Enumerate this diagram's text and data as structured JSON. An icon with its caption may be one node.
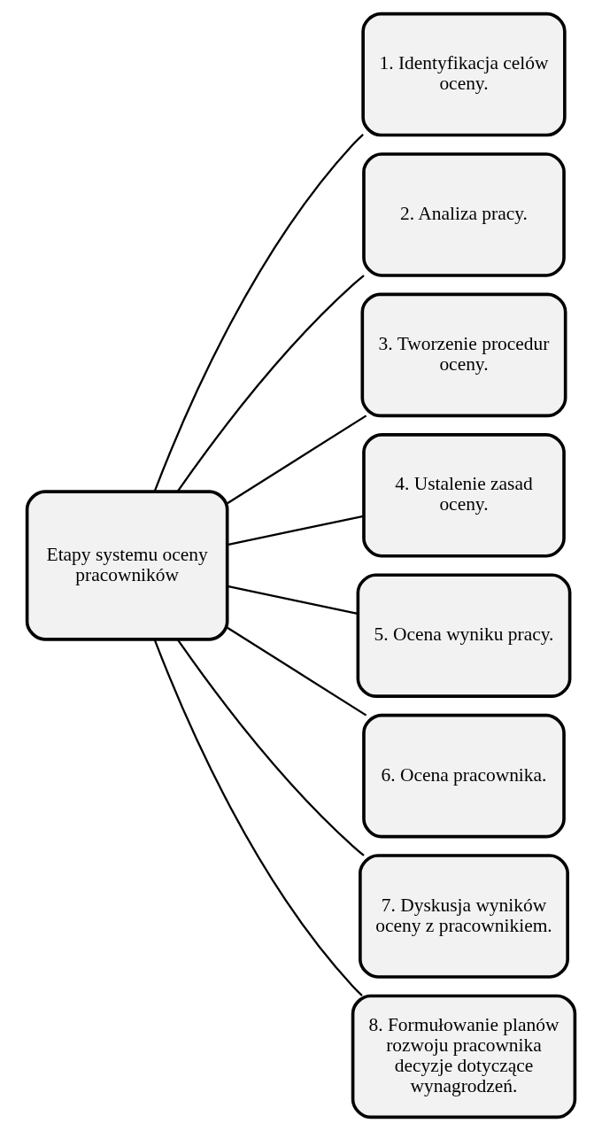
{
  "diagram": {
    "nodes": [
      {
        "text": [
          "Etapy systemu oceny pracowników"
        ]
      },
      {
        "text": [
          "1. Identyfikacja celów oceny."
        ]
      },
      {
        "text": [
          "2. Analiza pracy."
        ]
      },
      {
        "text": [
          "3. Tworzenie procedur oceny."
        ]
      },
      {
        "text": [
          "4. Ustalenie zasad oceny."
        ]
      },
      {
        "text": [
          "5. Ocena wyniku pracy."
        ]
      },
      {
        "text": [
          "6. Ocena pracownika."
        ]
      },
      {
        "text": [
          "7. Dyskusja wyników oceny z pracownikiem."
        ]
      },
      {
        "text": [
          "8. Formułowanie planów rozwoju pracownika decyzje dotyczące wynagrodzeń."
        ]
      }
    ],
    "edges": [
      {
        "from": 0,
        "to": 1,
        "arrow": "none"
      },
      {
        "from": 0,
        "to": 2,
        "arrow": "none"
      },
      {
        "from": 0,
        "to": 3,
        "arrow": "none"
      },
      {
        "from": 0,
        "to": 4,
        "arrow": "none"
      },
      {
        "from": 0,
        "to": 5,
        "arrow": "none"
      },
      {
        "from": 0,
        "to": 6,
        "arrow": "none"
      },
      {
        "from": 0,
        "to": 7,
        "arrow": "none"
      },
      {
        "from": 0,
        "to": 8,
        "arrow": "none"
      }
    ]
  }
}
